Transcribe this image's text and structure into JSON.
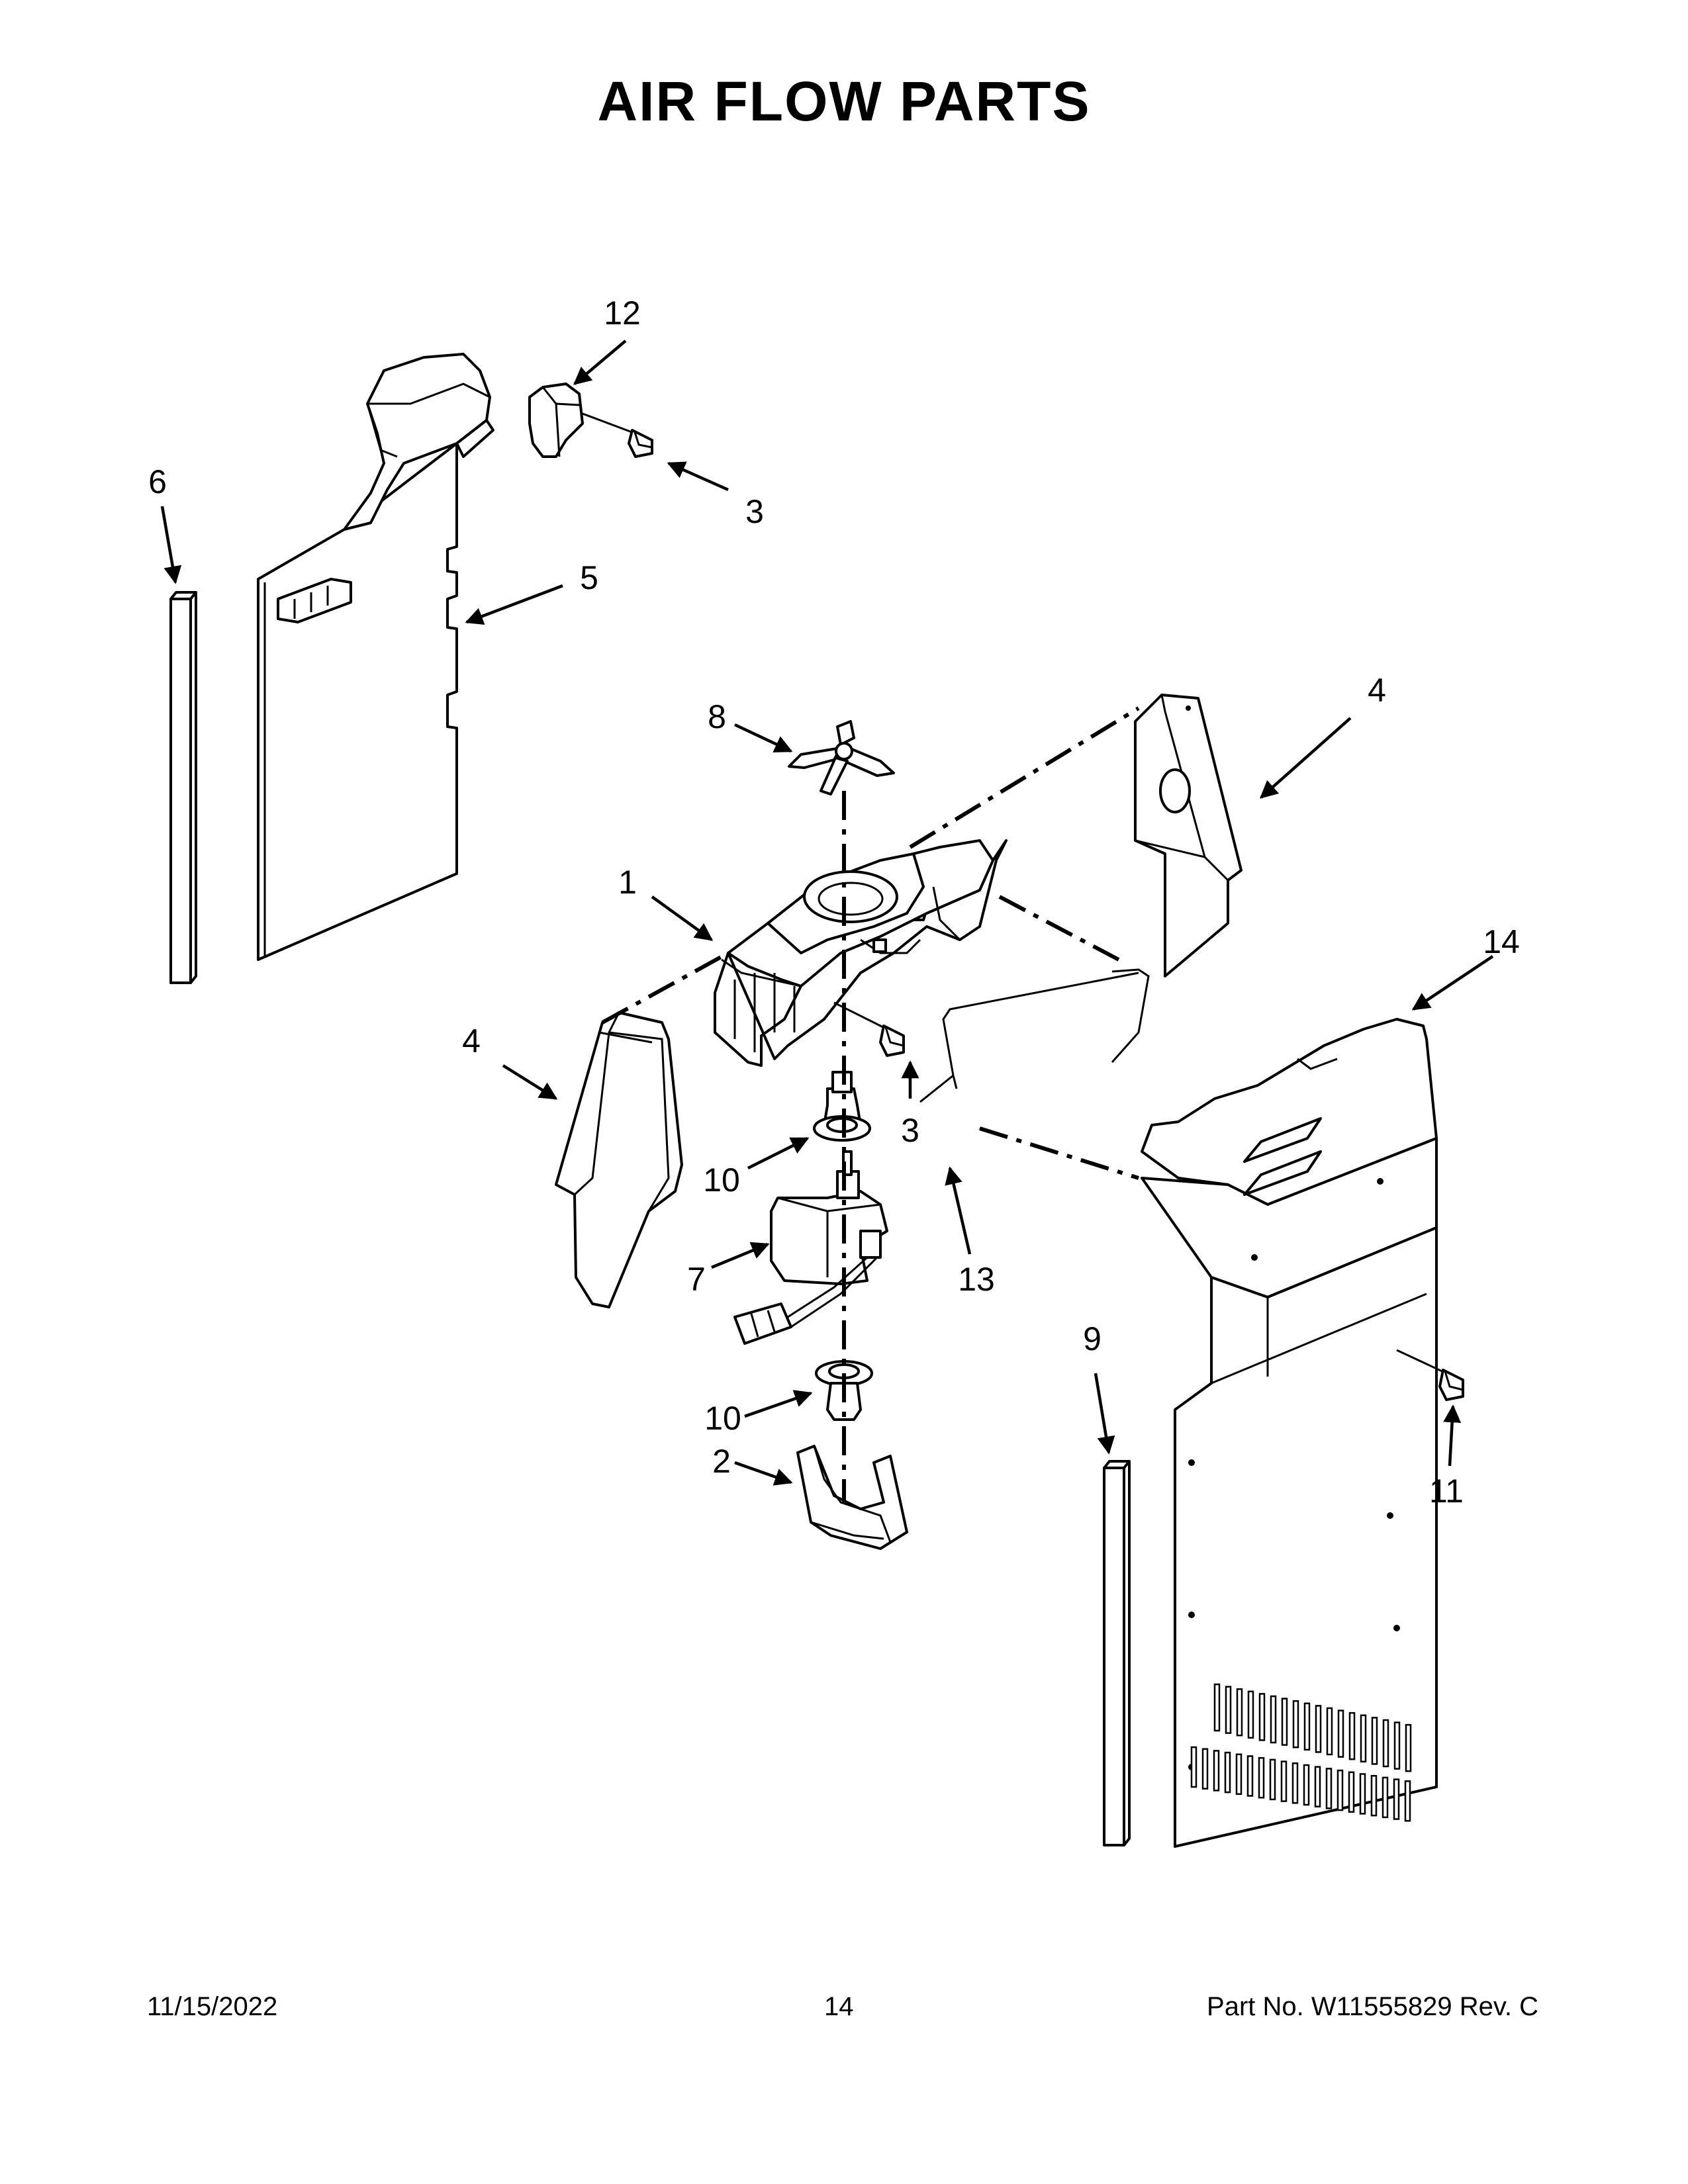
{
  "page": {
    "title": "AIR FLOW PARTS",
    "footer_date": "11/15/2022",
    "footer_page": "14",
    "footer_part": "Part No.  W11555829  Rev.  C"
  },
  "callouts": [
    "12",
    "3",
    "6",
    "5",
    "4",
    "8",
    "1",
    "14",
    "4",
    "3",
    "10",
    "7",
    "13",
    "9",
    "10",
    "11",
    "2"
  ],
  "colors": {
    "ink": "#000000",
    "paper": "#ffffff"
  }
}
